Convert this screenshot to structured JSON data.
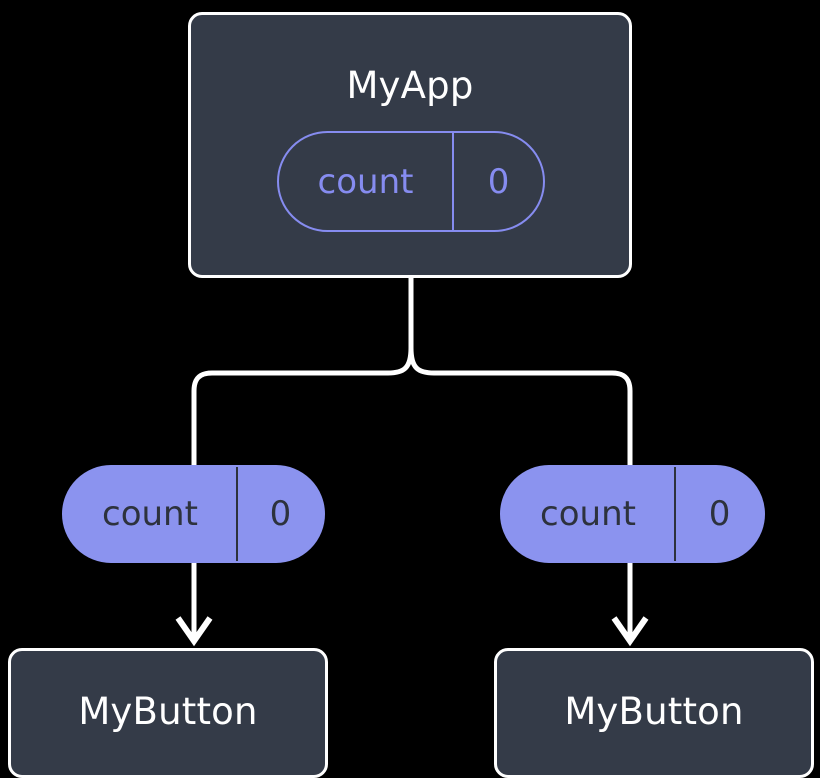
{
  "diagram": {
    "type": "component-state-tree",
    "background_color": "#000000",
    "colors": {
      "node_fill": "#343b48",
      "node_border": "#ffffff",
      "node_label": "#ffffff",
      "state_accent": "#8b93ef",
      "state_outline": "#868cf0",
      "filled_pill_text": "#2d323d",
      "edge": "#ffffff"
    },
    "nodes": {
      "root": {
        "title": "MyApp",
        "state": {
          "key": "count",
          "value": "0",
          "style": "outlined"
        }
      },
      "children": [
        {
          "prop": {
            "key": "count",
            "value": "0",
            "style": "filled"
          },
          "title": "MyButton"
        },
        {
          "prop": {
            "key": "count",
            "value": "0",
            "style": "filled"
          },
          "title": "MyButton"
        }
      ]
    },
    "edges": [
      {
        "from": "root",
        "to": "branch-junction",
        "kind": "line"
      },
      {
        "from": "branch-junction",
        "to": "left-prop-pill",
        "kind": "elbow"
      },
      {
        "from": "branch-junction",
        "to": "right-prop-pill",
        "kind": "elbow"
      },
      {
        "from": "left-prop-pill",
        "to": "left-mybutton",
        "kind": "arrow"
      },
      {
        "from": "right-prop-pill",
        "to": "right-mybutton",
        "kind": "arrow"
      }
    ]
  }
}
